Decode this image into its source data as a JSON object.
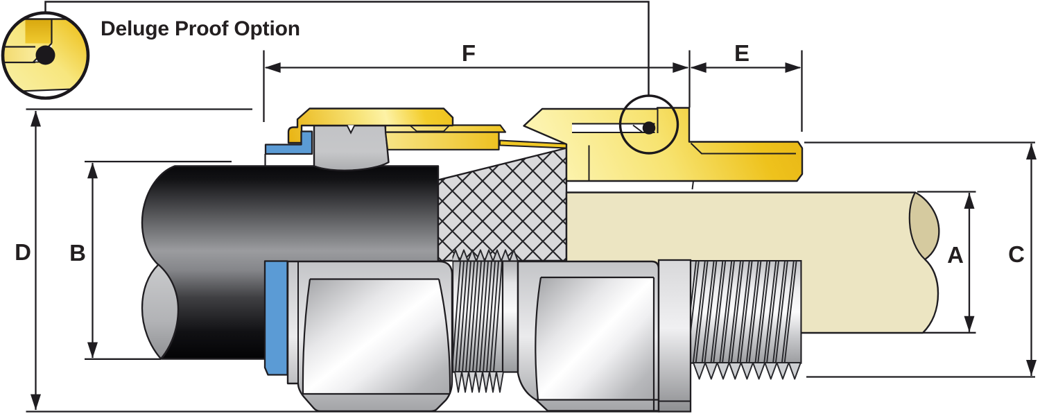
{
  "figure": {
    "callout_label": "Deluge Proof Option"
  },
  "dimensions": {
    "f": {
      "label": "F",
      "orientation": "horizontal"
    },
    "e": {
      "label": "E",
      "orientation": "horizontal"
    },
    "d": {
      "label": "D",
      "orientation": "vertical"
    },
    "b": {
      "label": "B",
      "orientation": "vertical"
    },
    "a": {
      "label": "A",
      "orientation": "vertical"
    },
    "c": {
      "label": "C",
      "orientation": "vertical"
    }
  },
  "colors": {
    "brass": "#f0c51e",
    "seal_blue": "#5b9bd5",
    "outline": "#1f1d21",
    "cable_sheath": "#1a1a1c",
    "inner_sheath_cream": "#ece5c2",
    "metal_gray": "#d9d9db"
  }
}
